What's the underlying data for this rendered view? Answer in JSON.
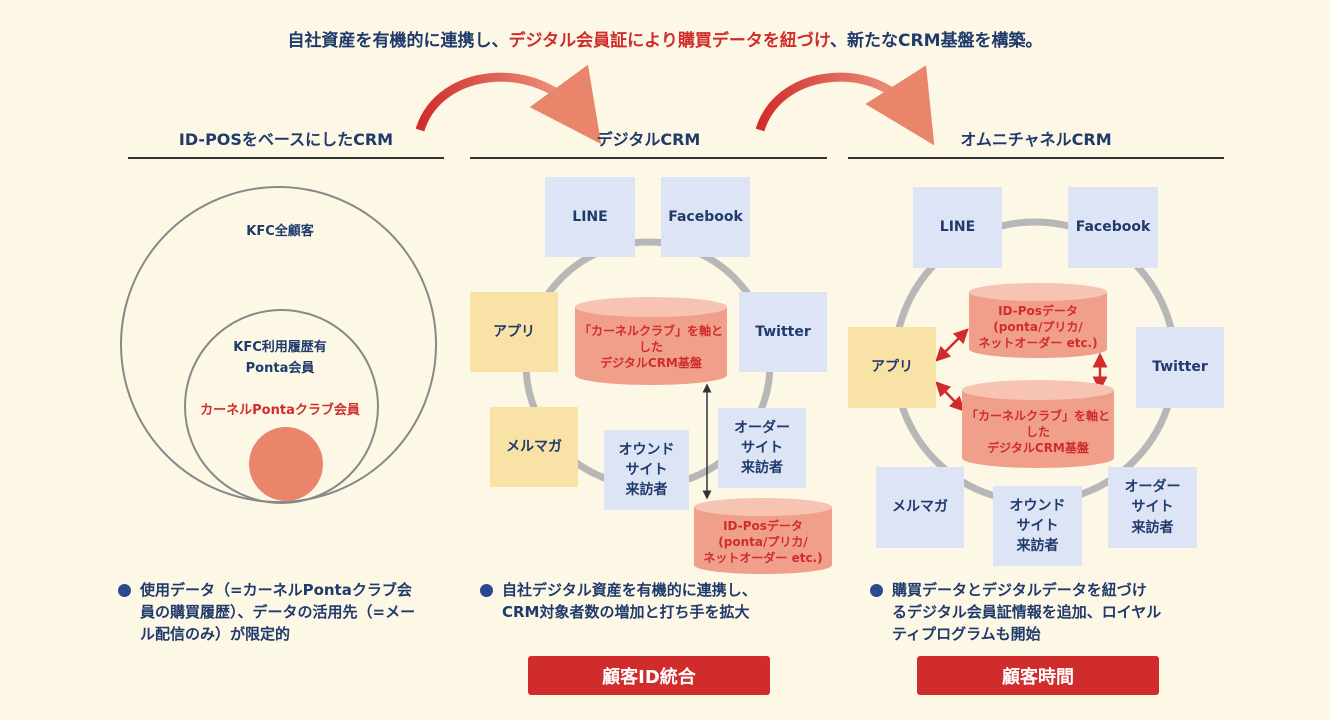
{
  "headline": {
    "part1": "自社資産を有機的に連携し、",
    "part2": "デジタル会員証により購買データを紐づけ",
    "part3": "、新たなCRM基盤を構築。"
  },
  "columns": {
    "left": {
      "title": "ID-POSをベースにしたCRM",
      "outer_label": "KFC全顧客",
      "middle_label": "KFC利用履歴有\nPonta会員",
      "inner_label": "カーネルPontaクラブ会員",
      "bullet": "使用データ（=カーネルPontaクラブ会\n員の購買履歴）、データの活用先（=メー\nル配信のみ）が限定的"
    },
    "middle": {
      "title": "デジタルCRM",
      "boxes": {
        "line": "LINE",
        "facebook": "Facebook",
        "twitter": "Twitter",
        "app": "アプリ",
        "mailmag": "メルマガ",
        "owned_site": "オウンド\nサイト\n来訪者",
        "order_site": "オーダー\nサイト\n来訪者"
      },
      "cyl_main": "「カーネルクラブ」を軸とした\nデジタルCRM基盤",
      "cyl_pos": "ID-Posデータ\n(ponta/プリカ/\nネットオーダー etc.)",
      "bullet": "自社デジタル資産を有機的に連携し、\nCRM対象者数の増加と打ち手を拡大",
      "badge": "顧客ID統合"
    },
    "right": {
      "title": "オムニチャネルCRM",
      "boxes": {
        "line": "LINE",
        "facebook": "Facebook",
        "twitter": "Twitter",
        "app": "アプリ",
        "mailmag": "メルマガ",
        "owned_site": "オウンド\nサイト\n来訪者",
        "order_site": "オーダー\nサイト\n来訪者"
      },
      "cyl_pos": "ID-Posデータ\n(ponta/プリカ/\nネットオーダー etc.)",
      "cyl_main": "「カーネルクラブ」を軸とした\nデジタルCRM基盤",
      "bullet": "購買データとデジタルデータを紐づけ\nるデジタル会員証情報を追加、ロイヤル\nティプログラムも開始",
      "badge": "顧客時間"
    }
  },
  "colors": {
    "navy": "#1f3a6b",
    "red": "#d12c2c",
    "box_blue": "#dce4f5",
    "box_yellow": "#f8e2a6",
    "cylinder": "#f0a08a",
    "background": "#fdf8e6"
  }
}
